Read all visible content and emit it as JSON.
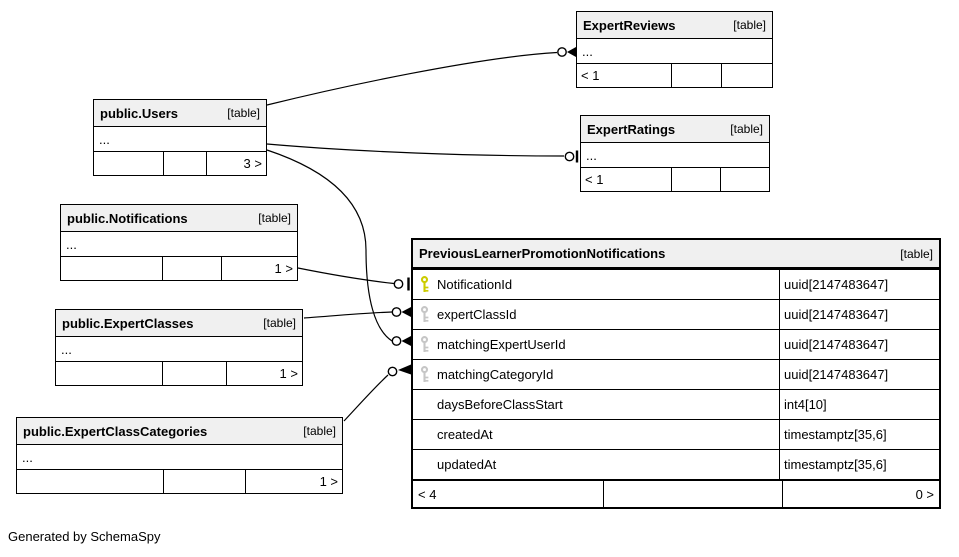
{
  "diagram": {
    "footer_note": "Generated by SchemaSpy"
  },
  "colors": {
    "primary_key": "#cccc00",
    "foreign_key": "#c6c6c6",
    "header_background": "#f0f0f0",
    "border": "#000000"
  },
  "icons": {
    "primary_key": "key-icon-yellow",
    "foreign_key": "key-icon-gray",
    "zero_many_connector": "circle-crowfoot",
    "zero_one_connector": "circle-tee"
  },
  "tables": {
    "expert_reviews": {
      "name": "ExpertReviews",
      "tag": "[table]",
      "body": "...",
      "footer_left": "< 1"
    },
    "users": {
      "name": "public.Users",
      "tag": "[table]",
      "body": "...",
      "footer_right": "3 >"
    },
    "expert_ratings": {
      "name": "ExpertRatings",
      "tag": "[table]",
      "body": "...",
      "footer_left": "< 1"
    },
    "notifications": {
      "name": "public.Notifications",
      "tag": "[table]",
      "body": "...",
      "footer_right": "1 >"
    },
    "expert_classes": {
      "name": "public.ExpertClasses",
      "tag": "[table]",
      "body": "...",
      "footer_right": "1 >"
    },
    "expert_class_categories": {
      "name": "public.ExpertClassCategories",
      "tag": "[table]",
      "body": "...",
      "footer_right": "1 >"
    },
    "main": {
      "name": "PreviousLearnerPromotionNotifications",
      "tag": "[table]",
      "columns": [
        {
          "name": "NotificationId",
          "type": "uuid[2147483647]",
          "key": "primary"
        },
        {
          "name": "expertClassId",
          "type": "uuid[2147483647]",
          "key": "foreign"
        },
        {
          "name": "matchingExpertUserId",
          "type": "uuid[2147483647]",
          "key": "foreign"
        },
        {
          "name": "matchingCategoryId",
          "type": "uuid[2147483647]",
          "key": "foreign"
        },
        {
          "name": "daysBeforeClassStart",
          "type": "int4[10]",
          "key": ""
        },
        {
          "name": "createdAt",
          "type": "timestamptz[35,6]",
          "key": ""
        },
        {
          "name": "updatedAt",
          "type": "timestamptz[35,6]",
          "key": ""
        }
      ],
      "footer_left": "< 4",
      "footer_middle": "",
      "footer_right": "0 >"
    }
  }
}
